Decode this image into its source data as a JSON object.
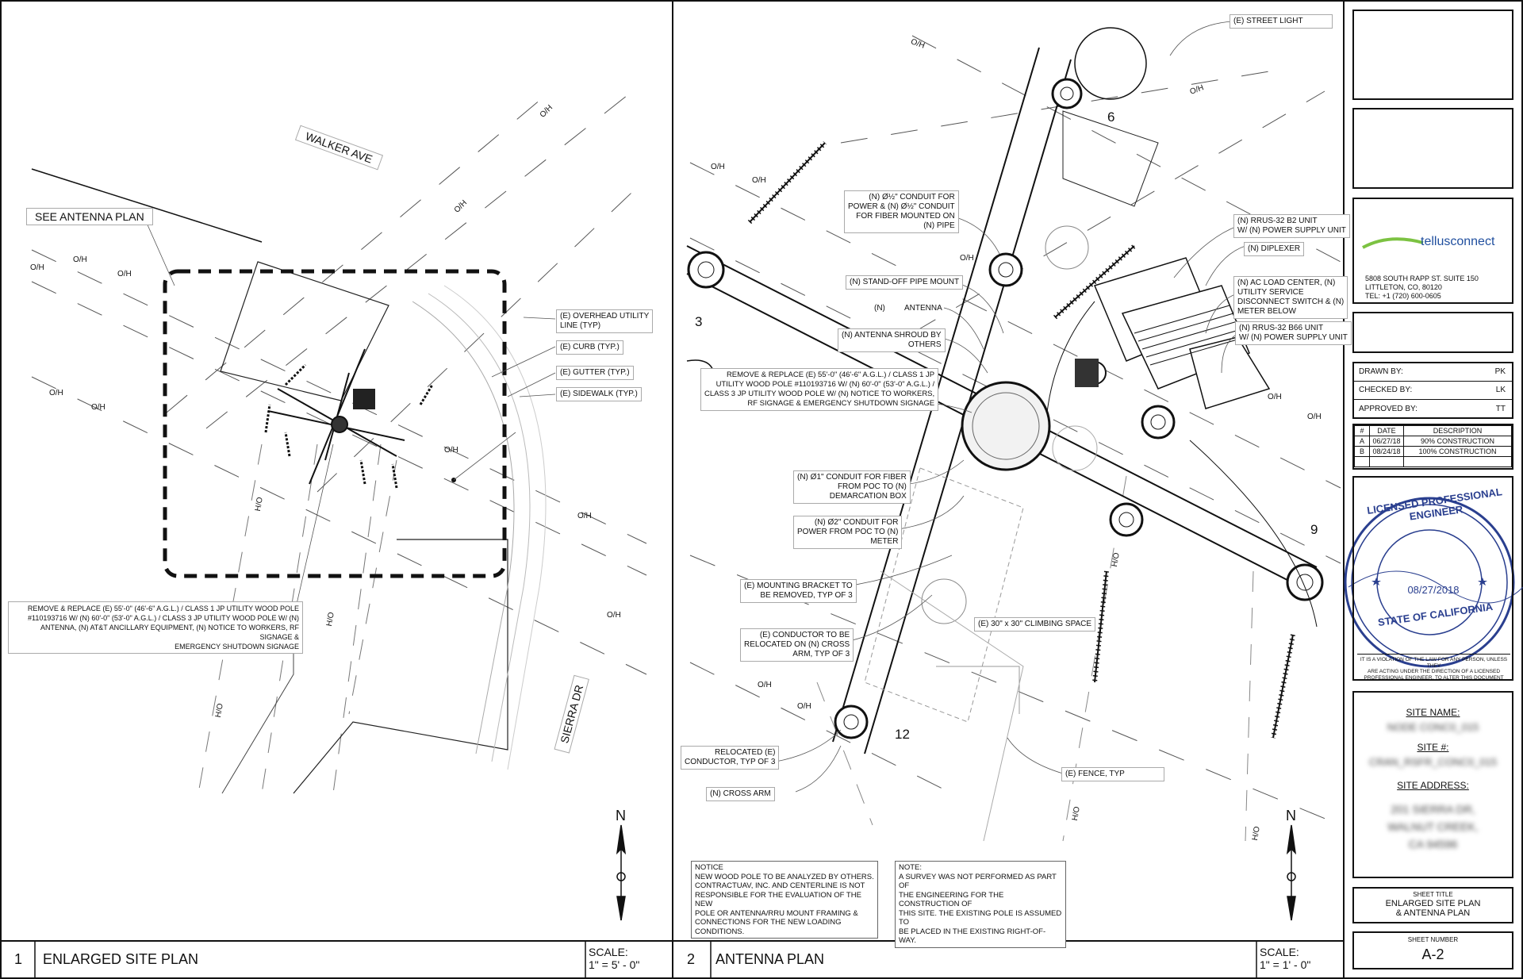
{
  "plan1": {
    "number": "1",
    "title": "ENLARGED SITE PLAN",
    "scale_label": "SCALE:",
    "scale_value": "1\" = 5' - 0\"",
    "street_walker": "WALKER AVE",
    "street_sierra": "SIERRA DR",
    "see_antenna": "SEE ANTENNA PLAN",
    "north": "N",
    "callouts": {
      "overhead": "(E) OVERHEAD UTILITY\nLINE (TYP)",
      "curb": "(E) CURB (TYP.)",
      "gutter": "(E) GUTTER (TYP.)",
      "sidewalk": "(E) SIDEWALK (TYP.)",
      "remove": "REMOVE & REPLACE (E) 55'-0\" (46'-6\" A.G.L.) / CLASS 1 JP UTILITY WOOD POLE\n#110193716 W/ (N) 60'-0\" (53'-0\" A.G.L.) / CLASS 3 JP UTILITY WOOD POLE W/ (N)\nANTENNA, (N) AT&T ANCILLARY EQUIPMENT, (N) NOTICE TO WORKERS, RF SIGNAGE &\nEMERGENCY SHUTDOWN SIGNAGE"
    },
    "line_oh": "O/H",
    "line_ho": "H/O"
  },
  "plan2": {
    "number": "2",
    "title": "ANTENNA PLAN",
    "scale_label": "SCALE:",
    "scale_value": "1\" = 1' - 0\"",
    "north": "N",
    "clock": [
      "3",
      "6",
      "9",
      "12"
    ],
    "callouts": {
      "street_light": "(E) STREET LIGHT",
      "conduit_half": "(N) Ø½\" CONDUIT FOR\nPOWER & (N) Ø½\" CONDUIT\nFOR FIBER MOUNTED ON\n(N) PIPE",
      "standoff": "(N) STAND-OFF PIPE MOUNT",
      "antenna_n": "(N)",
      "antenna": "ANTENNA",
      "shroud": "(N) ANTENNA SHROUD BY\nOTHERS",
      "remove": "REMOVE & REPLACE (E) 55'-0\" (46'-6\" A.G.L.) / CLASS 1 JP\nUTILITY WOOD POLE #110193716 W/ (N) 60'-0\" (53'-0\" A.G.L.) /\nCLASS 3 JP UTILITY WOOD POLE W/ (N) NOTICE TO WORKERS,\nRF SIGNAGE & EMERGENCY SHUTDOWN SIGNAGE",
      "conduit_fiber": "(N) Ø1\" CONDUIT FOR FIBER\nFROM POC TO (N)\nDEMARCATION BOX",
      "conduit_power": "(N) Ø2\" CONDUIT FOR\nPOWER FROM POC TO (N)\nMETER",
      "bracket": "(E) MOUNTING BRACKET TO\nBE REMOVED, TYP OF 3",
      "conductor": "(E) CONDUCTOR TO BE\nRELOCATED ON (N) CROSS\nARM, TYP OF 3",
      "relocated": "RELOCATED (E)\nCONDUCTOR, TYP OF 3",
      "cross_arm": "(N) CROSS ARM",
      "climbing": "(E) 30\" x 30\" CLIMBING SPACE",
      "fence": "(E) FENCE, TYP",
      "rrus_b2": "(N) RRUS-32 B2 UNIT\nW/ (N) POWER SUPPLY UNIT",
      "diplexer": "(N) DIPLEXER",
      "ac_load": "(N) AC LOAD CENTER, (N)\nUTILITY SERVICE\nDISCONNECT SWITCH & (N)\nMETER BELOW",
      "rrus_b66": "(N) RRUS-32 B66 UNIT\nW/ (N) POWER SUPPLY UNIT"
    },
    "notice": "NOTICE\nNEW WOOD POLE TO BE ANALYZED BY OTHERS.\nCONTRACTUAV, INC. AND CENTERLINE IS NOT\nRESPONSIBLE FOR THE EVALUATION OF THE NEW\nPOLE OR ANTENNA/RRU MOUNT FRAMING &\nCONNECTIONS FOR THE NEW LOADING CONDITIONS.",
    "note": "NOTE:\nA SURVEY WAS NOT PERFORMED AS PART OF\nTHE ENGINEERING FOR THE CONSTRUCTION OF\nTHIS SITE. THE EXISTING POLE IS ASSUMED TO\nBE PLACED IN THE EXISTING RIGHT-OF-WAY.",
    "line_oh": "O/H",
    "line_ho": "H/O"
  },
  "title_block": {
    "company": "tellusconnect",
    "address_1": "5808 SOUTH RAPP ST. SUITE 150",
    "address_2": "LITTLETON, CO, 80120",
    "phone": "TEL: +1 (720) 600-0605",
    "drawn_by_label": "DRAWN BY:",
    "drawn_by": "PK",
    "checked_by_label": "CHECKED BY:",
    "checked_by": "LK",
    "approved_by_label": "APPROVED BY:",
    "approved_by": "TT",
    "rev_headers": [
      "#",
      "DATE",
      "DESCRIPTION"
    ],
    "revisions": [
      {
        "rev": "A",
        "date": "06/27/18",
        "desc": "90% CONSTRUCTION"
      },
      {
        "rev": "B",
        "date": "08/24/18",
        "desc": "100% CONSTRUCTION"
      }
    ],
    "stamp_top": "LICENSED PROFESSIONAL ENGINEER",
    "stamp_bottom": "STATE OF CALIFORNIA",
    "stamp_date": "08/27/2018",
    "violation": "IT IS A VIOLATION OF THE LAW FOR ANY PERSON, UNLESS THEY\nARE ACTING UNDER THE DIRECTION OF A LICENSED\nPROFESSIONAL ENGINEER, TO ALTER THIS DOCUMENT",
    "site_name_label": "SITE NAME:",
    "site_name": "NODE CONC0_015",
    "site_num_label": "SITE #:",
    "site_num": "CRAN_RSFR_CONC0_015",
    "site_address_label": "SITE ADDRESS:",
    "site_address": "201 SIERRA DR,\nWALNUT CREEK,\nCA 94596",
    "sheet_title_label": "SHEET TITLE",
    "sheet_title": "ENLARGED SITE PLAN\n& ANTENNA PLAN",
    "sheet_number_label": "SHEET NUMBER",
    "sheet_number": "A-2"
  },
  "colors": {
    "ink": "#111111",
    "light_line": "#9a9a9a",
    "brand_green": "#7cc242",
    "brand_blue": "#1f4e9e",
    "stamp_blue": "#2a3f8f"
  }
}
